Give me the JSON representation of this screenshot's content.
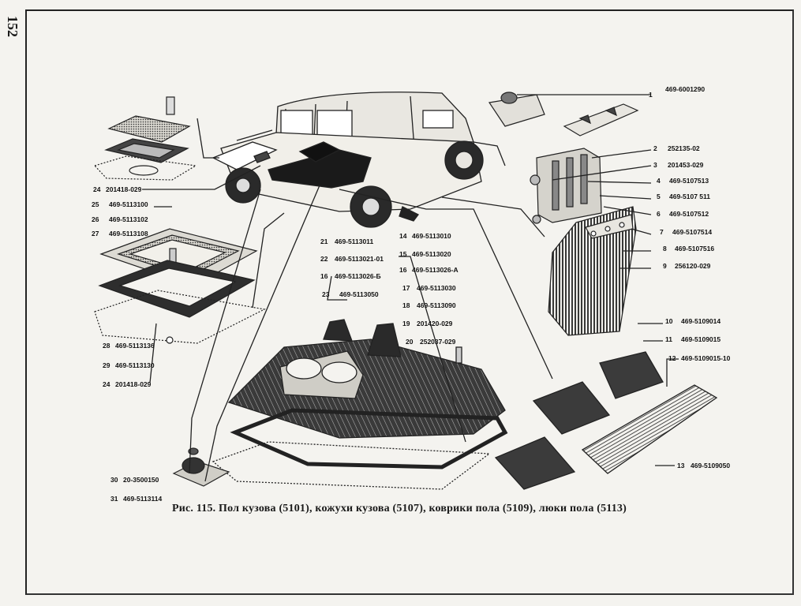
{
  "page_number": "152",
  "caption": "Рис. 115. Пол кузова (5101), кожухи кузова (5107), коврики пола (5109), люки пола (5113)",
  "callouts": [
    {
      "num": "1",
      "part": "469-6001290"
    },
    {
      "num": "2",
      "part": "252135-02"
    },
    {
      "num": "3",
      "part": "201453-029"
    },
    {
      "num": "4",
      "part": "469-5107513"
    },
    {
      "num": "5",
      "part": "469-5107 511"
    },
    {
      "num": "6",
      "part": "469-5107512"
    },
    {
      "num": "7",
      "part": "469-5107514"
    },
    {
      "num": "8",
      "part": "469-5107516"
    },
    {
      "num": "9",
      "part": "256120-029"
    },
    {
      "num": "10",
      "part": "469-5109014"
    },
    {
      "num": "11",
      "part": "469-5109015"
    },
    {
      "num": "12",
      "part": "469-5109015-10"
    },
    {
      "num": "13",
      "part": "469-5109050"
    },
    {
      "num": "14",
      "part": "469-5113010"
    },
    {
      "num": "15",
      "part": "469-5113020"
    },
    {
      "num": "16",
      "part": "469-5113026-А"
    },
    {
      "num": "17",
      "part": "469-5113030"
    },
    {
      "num": "18",
      "part": "469-5113090"
    },
    {
      "num": "19",
      "part": "201420-029"
    },
    {
      "num": "20",
      "part": "252037-029"
    },
    {
      "num": "21",
      "part": "469-5113011"
    },
    {
      "num": "22",
      "part": "469-5113021-01"
    },
    {
      "num": "16",
      "part": "469-5113026-Б"
    },
    {
      "num": "23",
      "part": "469-5113050"
    },
    {
      "num": "24",
      "part": "201418-029"
    },
    {
      "num": "25",
      "part": "469-5113100"
    },
    {
      "num": "26",
      "part": "469-5113102"
    },
    {
      "num": "27",
      "part": "469-5113108"
    },
    {
      "num": "28",
      "part": "469-5113136"
    },
    {
      "num": "29",
      "part": "469-5113130"
    },
    {
      "num": "24",
      "part": "201418-029"
    },
    {
      "num": "30",
      "part": "20-3500150"
    },
    {
      "num": "31",
      "part": "469-5113114"
    }
  ]
}
